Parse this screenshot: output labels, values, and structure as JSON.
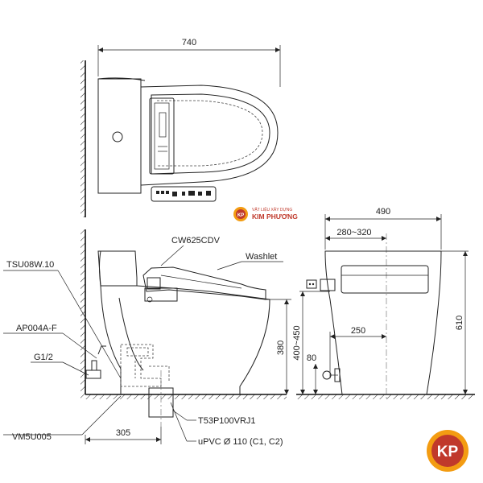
{
  "dimensions": {
    "top_width": "740",
    "side_width": "490",
    "side_offset": "280~320",
    "side_height": "610",
    "side_mid": "250",
    "side_range": "400~450",
    "side_small": "80",
    "front_height": "380",
    "front_bottom": "305"
  },
  "labels": {
    "seat_model": "CW625CDV",
    "washlet": "Washlet",
    "tsu": "TSU08W.10",
    "ap": "AP004A-F",
    "g12": "G1/2",
    "vm": "VM5U005",
    "t53": "T53P100VRJ1",
    "upvc": "uPVC Ø 110 (C1, C2)"
  },
  "brand": {
    "tagline": "VẬT LIỆU XÂY DỰNG",
    "name": "KIM PHƯƠNG",
    "logo_text": "KP",
    "color": "#c0392b"
  }
}
